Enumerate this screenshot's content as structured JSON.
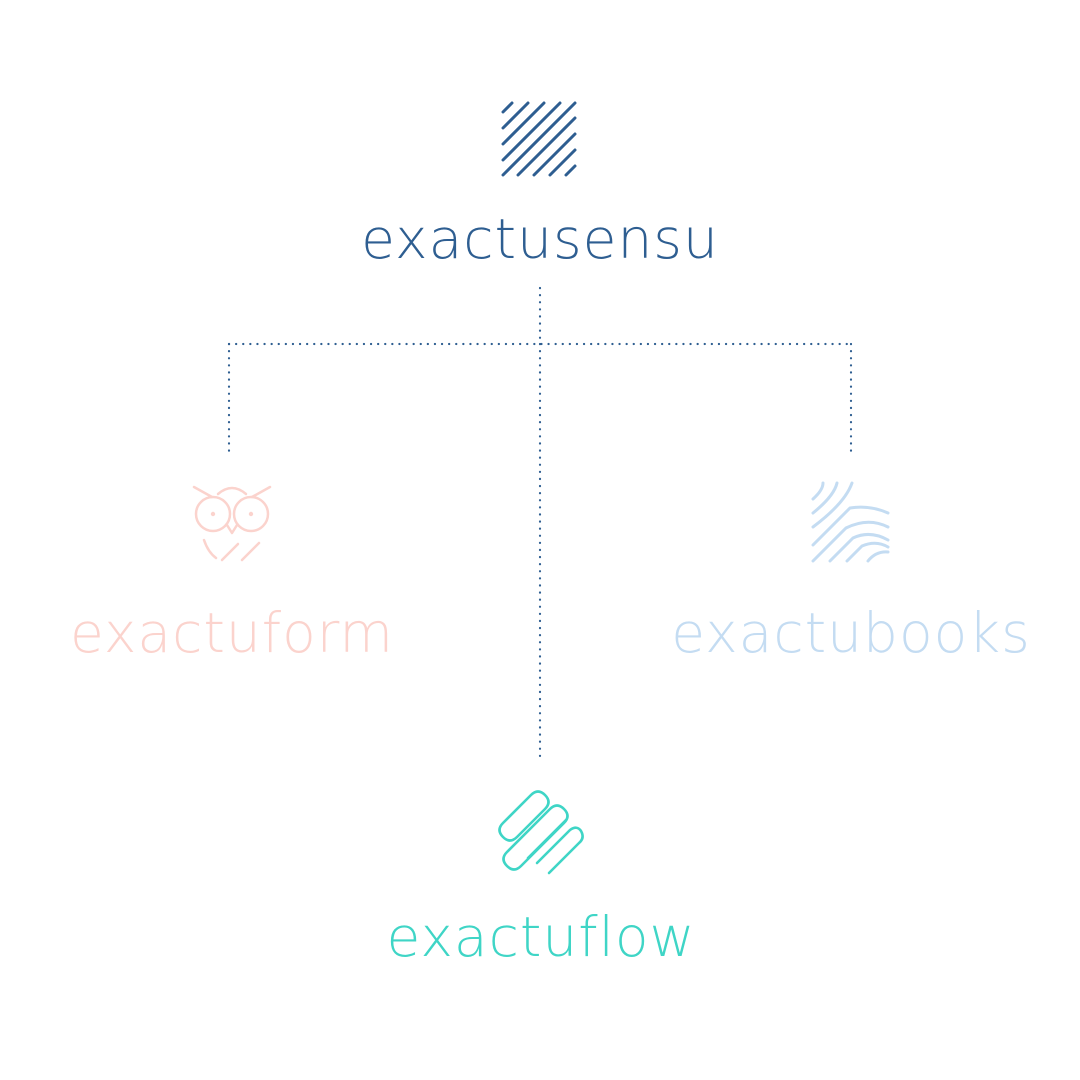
{
  "brand_tree": {
    "parent": {
      "name": "exactusensu",
      "color": "#2e5e91",
      "icon": "diagonal-stripes-icon"
    },
    "children": [
      {
        "key": "left",
        "name": "exactuform",
        "color": "#fbd3cd",
        "icon": "owl-icon"
      },
      {
        "key": "right",
        "name": "exactubooks",
        "color": "#c4dcf2",
        "icon": "curved-lines-icon"
      },
      {
        "key": "bottom",
        "name": "exactuflow",
        "color": "#3fd5c6",
        "icon": "rounded-stripes-icon"
      }
    ],
    "connector_color": "#2e5e91"
  }
}
